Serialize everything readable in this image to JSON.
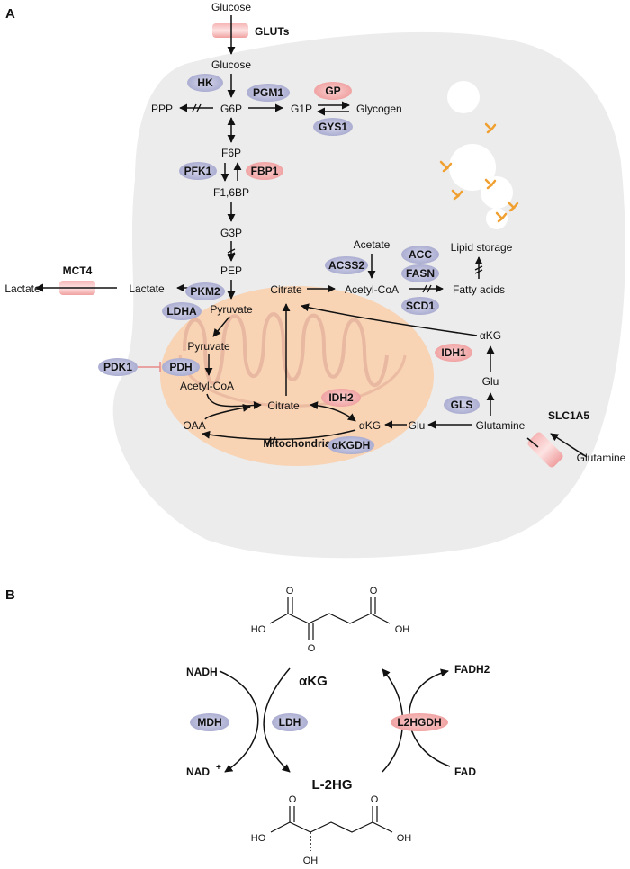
{
  "panel_a": {
    "label": "A",
    "metabolites": {
      "glucose_out": "Glucose",
      "glucose_in": "Glucose",
      "g6p": "G6P",
      "ppp": "PPP",
      "g1p": "G1P",
      "glycogen": "Glycogen",
      "f6p": "F6P",
      "f16bp": "F1,6BP",
      "g3p": "G3P",
      "pep": "PEP",
      "pyruvate": "Pyruvate",
      "lactate_in": "Lactate",
      "lactate_out": "Lactate",
      "pyruvate_mito": "Pyruvate",
      "acetyl_coa_mito": "Acetyl-CoA",
      "oaa": "OAA",
      "citrate_mito": "Citrate",
      "akg_mito": "αKG",
      "glu_mito": "Glu",
      "glutamine_in": "Glutamine",
      "glutamine_out": "Glutamine",
      "glu_cyto": "Glu",
      "akg_cyto": "αKG",
      "citrate_cyto": "Citrate",
      "acetate": "Acetate",
      "acetyl_coa_cyto": "Acetyl-CoA",
      "fatty_acids": "Fatty acids",
      "lipid_storage": "Lipid storage",
      "mitochondria": "Mitochondria"
    },
    "transporters": {
      "gluts": "GLUTs",
      "mct4": "MCT4",
      "slc1a5": "SLC1A5"
    },
    "enzymes": {
      "hk": "HK",
      "pgm1": "PGM1",
      "gp": "GP",
      "gys1": "GYS1",
      "pfk1": "PFK1",
      "fbp1": "FBP1",
      "pkm2": "PKM2",
      "ldha": "LDHA",
      "pdk1": "PDK1",
      "pdh": "PDH",
      "idh2": "IDH2",
      "akgdh": "αKGDH",
      "gls": "GLS",
      "idh1": "IDH1",
      "acss2": "ACSS2",
      "acc": "ACC",
      "fasn": "FASN",
      "scd1": "SCD1"
    },
    "colors": {
      "cell": "#ececec",
      "mitochondrion": "#f8d3b4",
      "cristae": "#eabfa6",
      "blue_enzyme": "#a9abd0",
      "red_enzyme": "#f2a4a4",
      "transporter": "#f0a8a8",
      "inhibition": "#e88a8a",
      "lipid_droplet": "#ffffff",
      "lipid_tail": "#f0a030"
    }
  },
  "panel_b": {
    "label": "B",
    "akg": "αKG",
    "l2hg": "L-2HG",
    "nadh": "NADH",
    "nad": "NAD",
    "nad_charge": "+",
    "fadh2": "FADH2",
    "fad": "FAD",
    "enzymes": {
      "mdh": "MDH",
      "ldh": "LDH",
      "l2hgdh": "L2HGDH"
    },
    "atoms": {
      "o": "O",
      "ho": "HO",
      "oh": "OH"
    }
  }
}
